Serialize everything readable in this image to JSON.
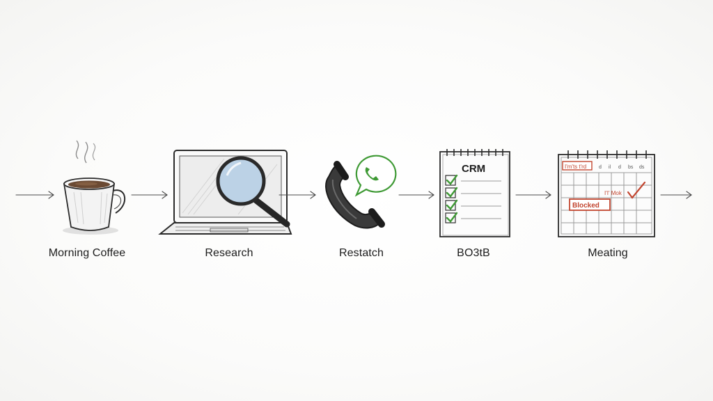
{
  "steps": [
    {
      "label": "Morning Coffee",
      "icon": "coffee-cup-icon"
    },
    {
      "label": "Research",
      "icon": "laptop-magnifier-icon"
    },
    {
      "label": "Restatch",
      "icon": "phone-chat-icon"
    },
    {
      "label": "BO3tB",
      "icon": "crm-checklist-icon",
      "notepad_title": "CRM"
    },
    {
      "label": "Meating",
      "icon": "calendar-icon",
      "calendar_tag": "Blocked",
      "calendar_note_top": "I'm'ts t'rd",
      "calendar_note_mid": "I'I' Mok"
    }
  ],
  "colors": {
    "ink": "#2a2a2a",
    "accent_green": "#3f9a35",
    "accent_red": "#c2452f",
    "magnifier_glass": "#bcd2e6"
  }
}
